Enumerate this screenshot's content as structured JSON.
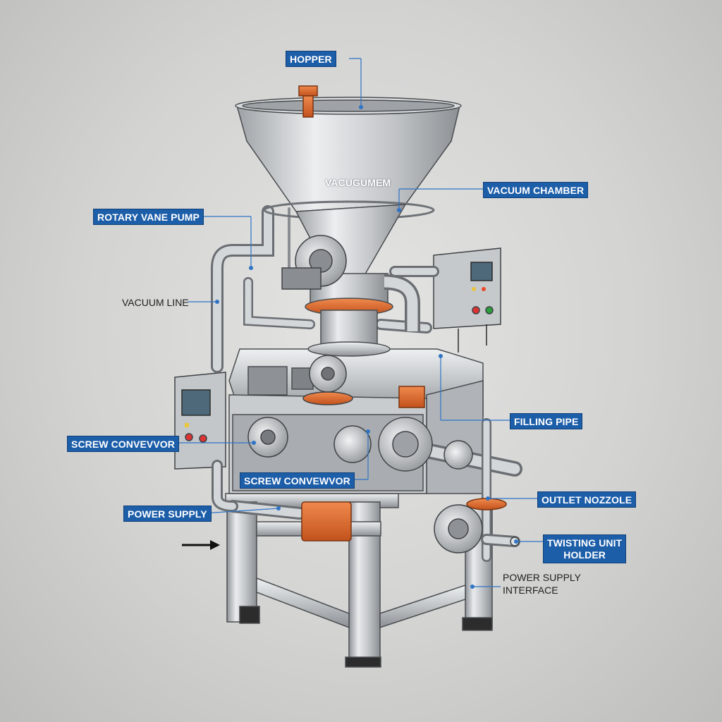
{
  "colors": {
    "label_background": "#1d5ea9",
    "label_text": "#ffffff",
    "leader_line": "#2f74c4",
    "steel": "#b9bdc1",
    "accent_orange": "#e0692d",
    "background": "#d3d3d2"
  },
  "labels": {
    "hopper": "HOPPER",
    "vacugumem": "VACUGUMEM",
    "vacuum_chamber": "VACUUM CHAMBER",
    "rotary_vane_pump": "ROTARY VANE PUMP",
    "vacuum_line": "VACUUM LINE",
    "filling_pipe": "FILLING PIPE",
    "screw_conveyor_left": "SCREW CONVEVVOR",
    "screw_conveyor_center": "SCREW CONVEWVOR",
    "outlet_nozzle": "OUTLET NOZZOLE",
    "power_supply": "POWER SUPPLY",
    "twisting_unit_holder_line1": "TWISTING UNIT",
    "twisting_unit_holder_line2": "HOLDER",
    "power_supply_interface_line1": "POWER SUPPLY",
    "power_supply_interface_line2": "INTERFACE"
  },
  "icons": {
    "direction_arrow": "arrow-right-icon",
    "control_panel": "control-panel-icon",
    "gear": "gear-icon",
    "valve": "valve-icon"
  }
}
